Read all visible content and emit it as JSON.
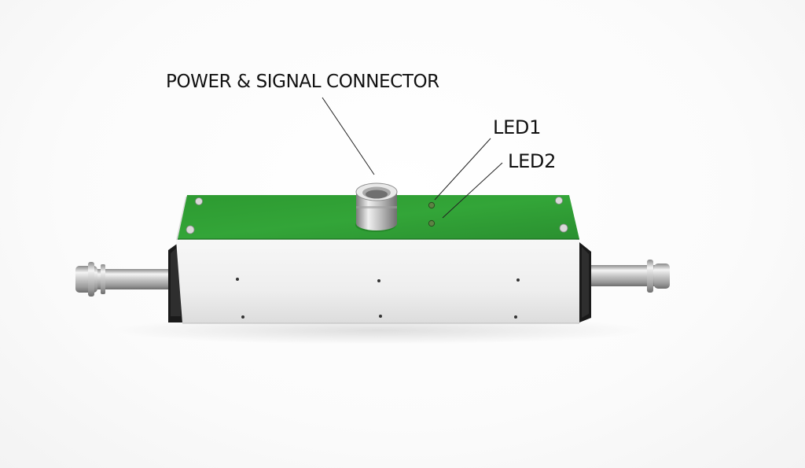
{
  "labels": {
    "power_signal_connector": "POWER & SIGNAL CONNECTOR",
    "led1": "LED1",
    "led2": "LED2"
  },
  "colors": {
    "top_panel": "#2f9a34",
    "housing": "#f2f2f2",
    "led": "#6a8f4a"
  }
}
